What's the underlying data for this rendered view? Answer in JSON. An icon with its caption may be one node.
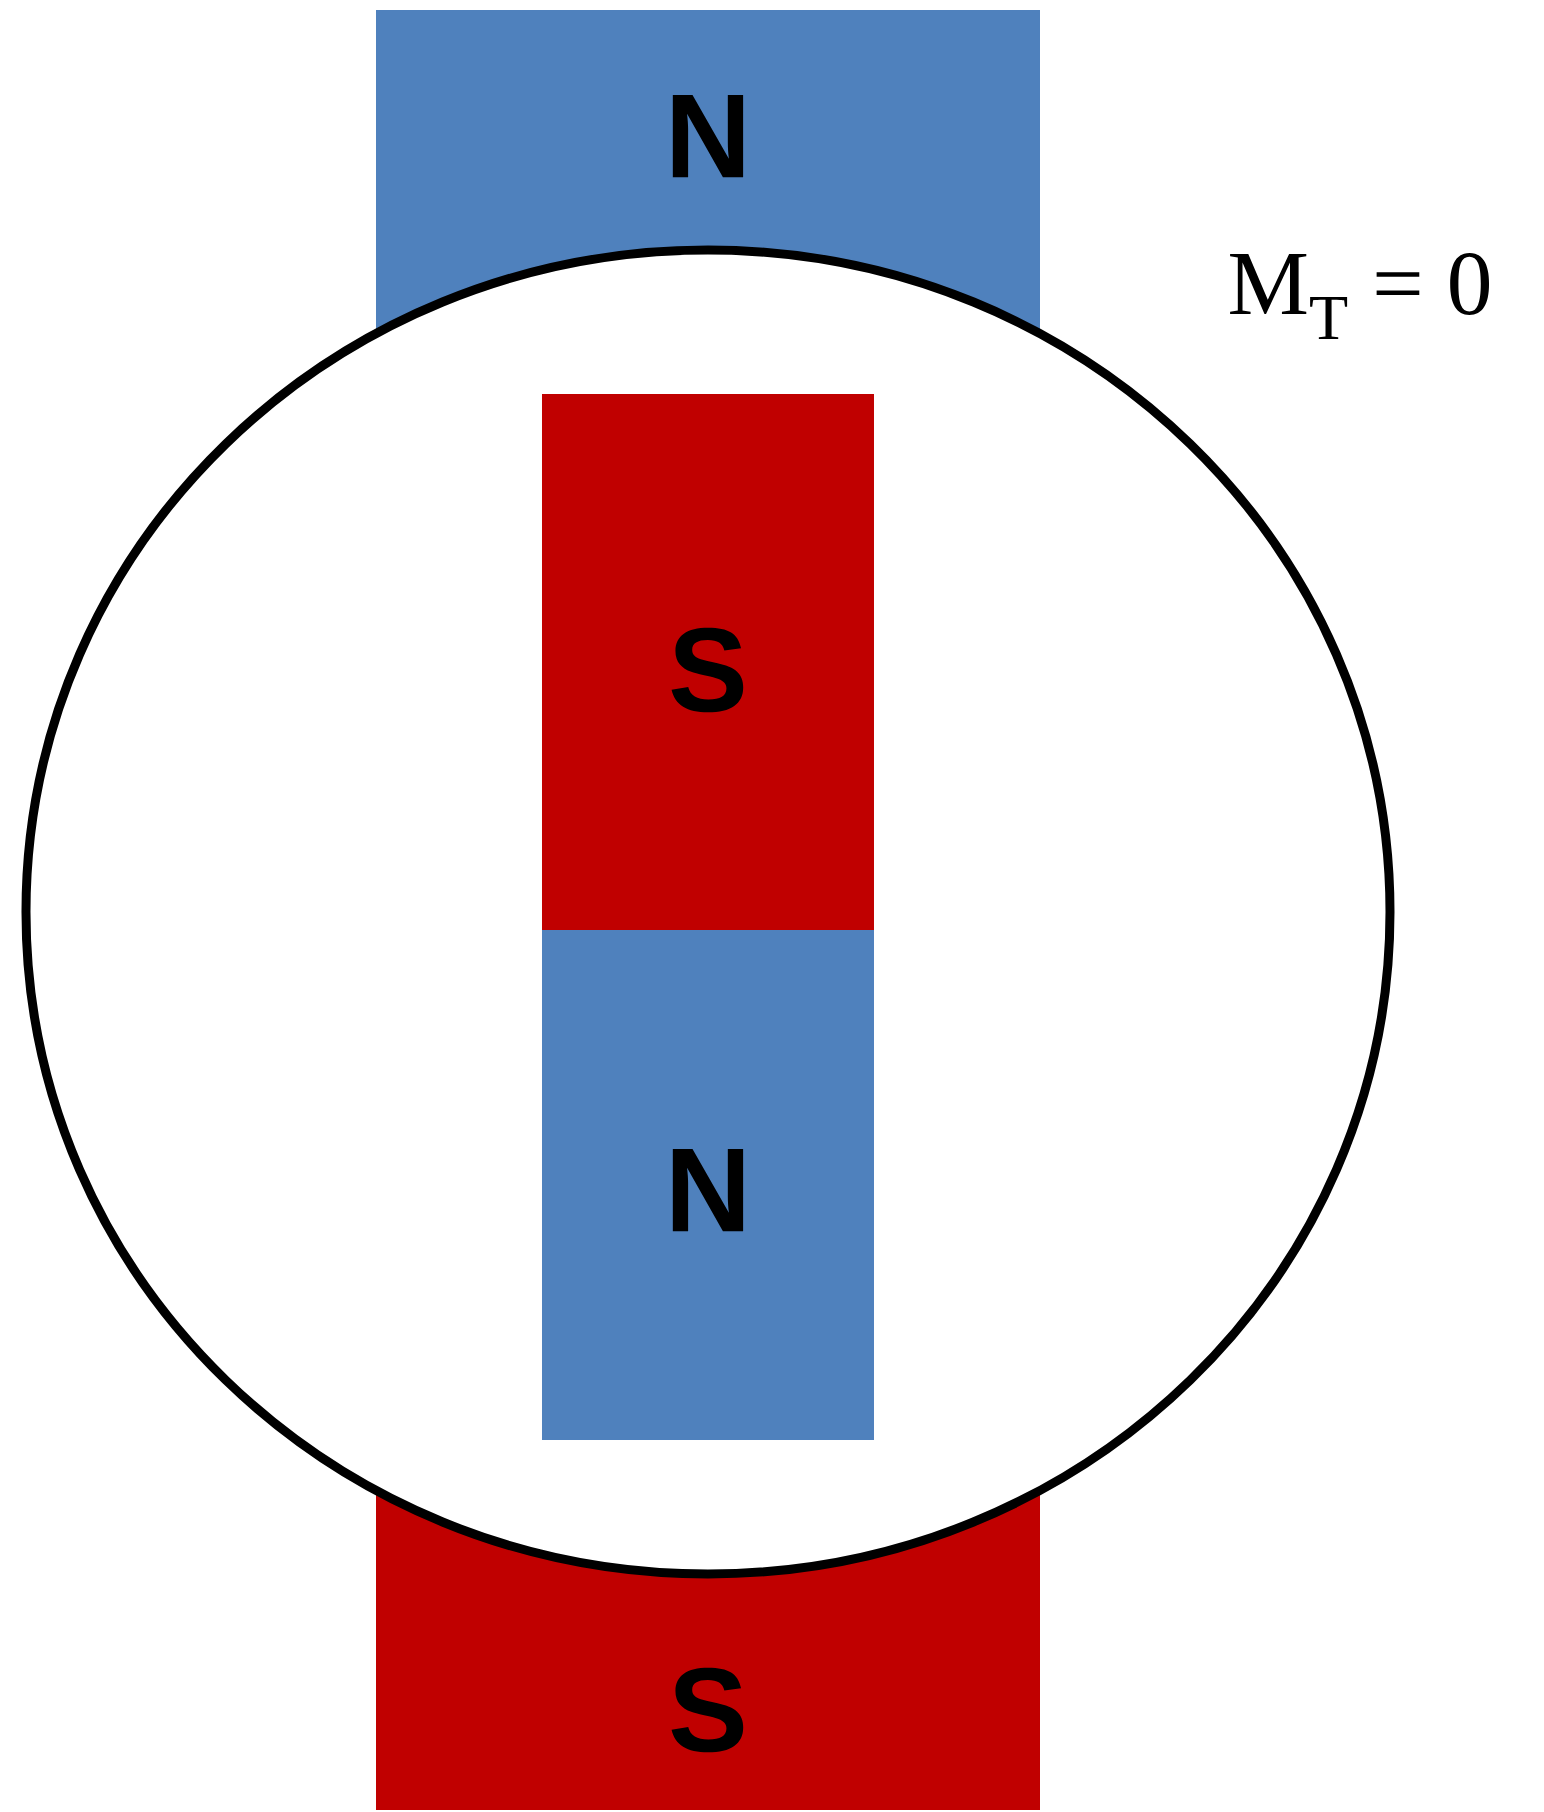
{
  "diagram": {
    "nodes": [
      {
        "text": [
          "N"
        ]
      },
      {
        "text": [],
        "shape": "circle"
      },
      {
        "text": [
          "S"
        ],
        "in": 1
      },
      {
        "text": [
          "N"
        ],
        "in": 1
      },
      {
        "text": [
          "S"
        ]
      }
    ],
    "labels": [
      "M$_{T}$ = 0"
    ]
  }
}
